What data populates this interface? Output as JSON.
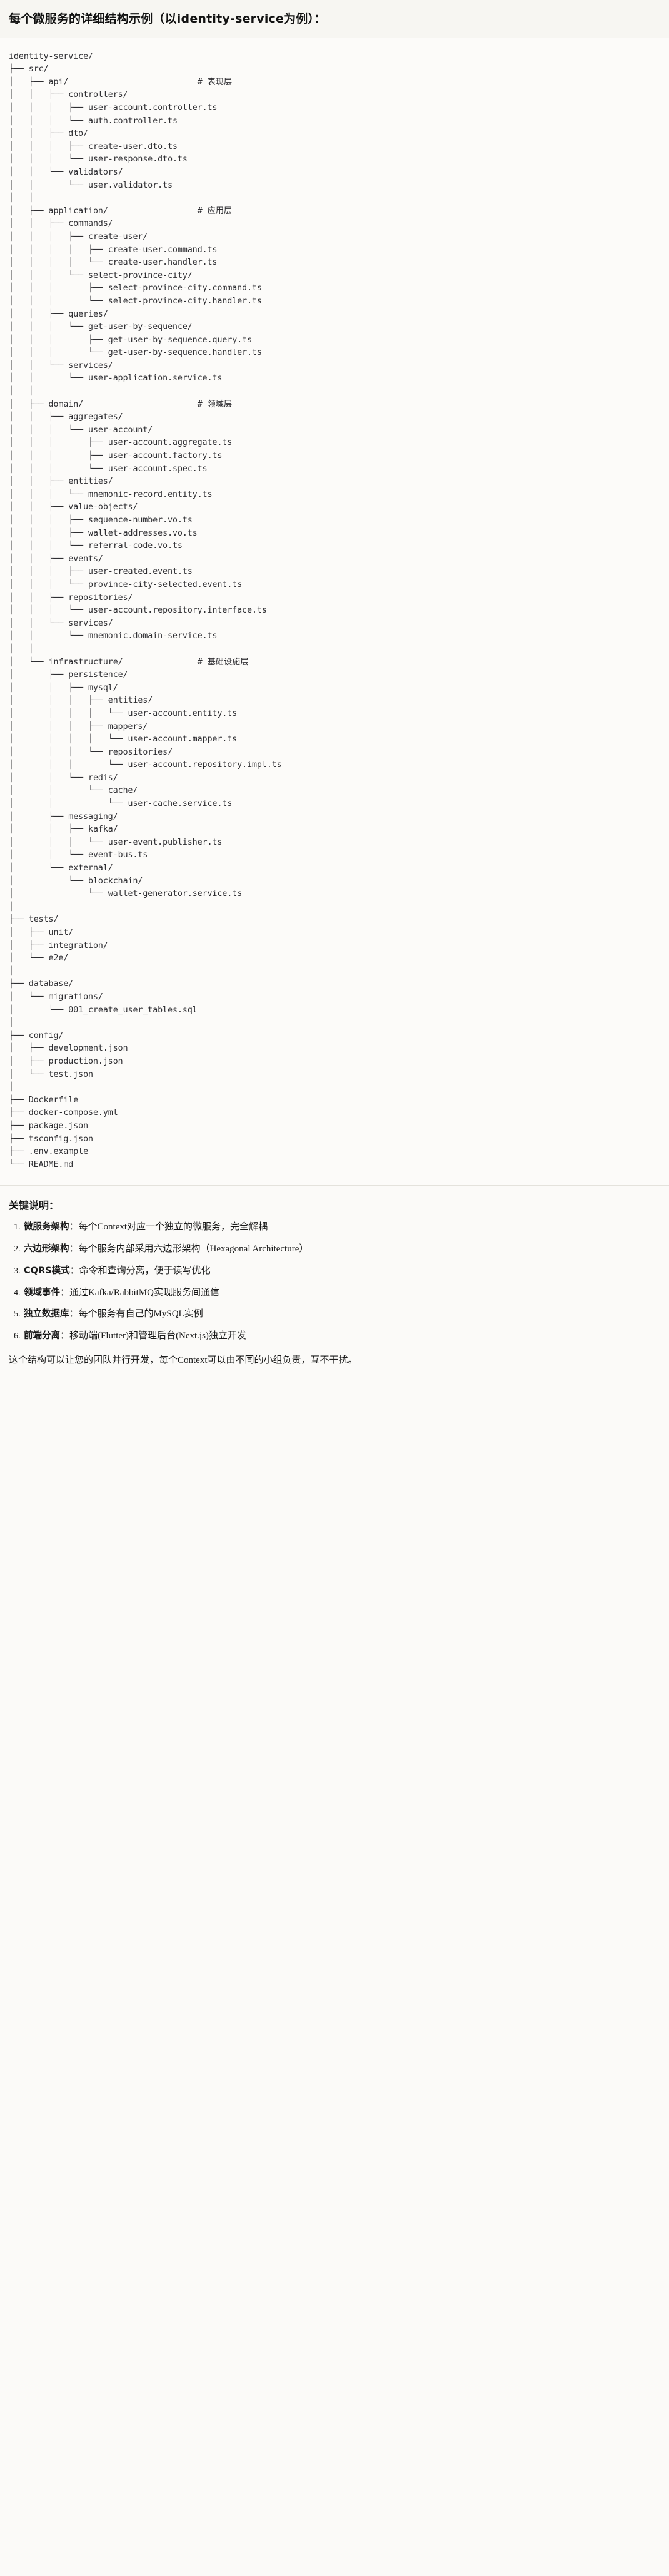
{
  "title": "每个微服务的详细结构示例（以identity-service为例）：",
  "tree": {
    "root": "identity-service/",
    "lines": [
      "identity-service/",
      "├── src/",
      "│   ├── api/                          # 表现层",
      "│   │   ├── controllers/",
      "│   │   │   ├── user-account.controller.ts",
      "│   │   │   └── auth.controller.ts",
      "│   │   ├── dto/",
      "│   │   │   ├── create-user.dto.ts",
      "│   │   │   └── user-response.dto.ts",
      "│   │   └── validators/",
      "│   │       └── user.validator.ts",
      "│   │",
      "│   ├── application/                  # 应用层",
      "│   │   ├── commands/",
      "│   │   │   ├── create-user/",
      "│   │   │   │   ├── create-user.command.ts",
      "│   │   │   │   └── create-user.handler.ts",
      "│   │   │   └── select-province-city/",
      "│   │   │       ├── select-province-city.command.ts",
      "│   │   │       └── select-province-city.handler.ts",
      "│   │   ├── queries/",
      "│   │   │   └── get-user-by-sequence/",
      "│   │   │       ├── get-user-by-sequence.query.ts",
      "│   │   │       └── get-user-by-sequence.handler.ts",
      "│   │   └── services/",
      "│   │       └── user-application.service.ts",
      "│   │",
      "│   ├── domain/                       # 领域层",
      "│   │   ├── aggregates/",
      "│   │   │   └── user-account/",
      "│   │   │       ├── user-account.aggregate.ts",
      "│   │   │       ├── user-account.factory.ts",
      "│   │   │       └── user-account.spec.ts",
      "│   │   ├── entities/",
      "│   │   │   └── mnemonic-record.entity.ts",
      "│   │   ├── value-objects/",
      "│   │   │   ├── sequence-number.vo.ts",
      "│   │   │   ├── wallet-addresses.vo.ts",
      "│   │   │   └── referral-code.vo.ts",
      "│   │   ├── events/",
      "│   │   │   ├── user-created.event.ts",
      "│   │   │   └── province-city-selected.event.ts",
      "│   │   ├── repositories/",
      "│   │   │   └── user-account.repository.interface.ts",
      "│   │   └── services/",
      "│   │       └── mnemonic.domain-service.ts",
      "│   │",
      "│   └── infrastructure/               # 基础设施层",
      "│       ├── persistence/",
      "│       │   ├── mysql/",
      "│       │   │   ├── entities/",
      "│       │   │   │   └── user-account.entity.ts",
      "│       │   │   ├── mappers/",
      "│       │   │   │   └── user-account.mapper.ts",
      "│       │   │   └── repositories/",
      "│       │   │       └── user-account.repository.impl.ts",
      "│       │   └── redis/",
      "│       │       └── cache/",
      "│       │           └── user-cache.service.ts",
      "│       ├── messaging/",
      "│       │   ├── kafka/",
      "│       │   │   └── user-event.publisher.ts",
      "│       │   └── event-bus.ts",
      "│       └── external/",
      "│           └── blockchain/",
      "│               └── wallet-generator.service.ts",
      "│",
      "├── tests/",
      "│   ├── unit/",
      "│   ├── integration/",
      "│   └── e2e/",
      "│",
      "├── database/",
      "│   └── migrations/",
      "│       └── 001_create_user_tables.sql",
      "│",
      "├── config/",
      "│   ├── development.json",
      "│   ├── production.json",
      "│   └── test.json",
      "│",
      "├── Dockerfile",
      "├── docker-compose.yml",
      "├── package.json",
      "├── tsconfig.json",
      "├── .env.example",
      "└── README.md"
    ]
  },
  "notes": {
    "heading": "关键说明：",
    "items": [
      {
        "term": "微服务架构",
        "sep": "：",
        "desc": "每个Context对应一个独立的微服务，完全解耦"
      },
      {
        "term": "六边形架构",
        "sep": "：",
        "desc": "每个服务内部采用六边形架构（Hexagonal Architecture）"
      },
      {
        "term": "CQRS模式",
        "sep": "：",
        "desc": "命令和查询分离，便于读写优化"
      },
      {
        "term": "领域事件",
        "sep": "：",
        "desc": "通过Kafka/RabbitMQ实现服务间通信"
      },
      {
        "term": "独立数据库",
        "sep": "：",
        "desc": "每个服务有自己的MySQL实例"
      },
      {
        "term": "前端分离",
        "sep": "：",
        "desc": "移动端(Flutter)和管理后台(Next.js)独立开发"
      }
    ],
    "closing": "这个结构可以让您的团队并行开发，每个Context可以由不同的小组负责，互不干扰。"
  }
}
